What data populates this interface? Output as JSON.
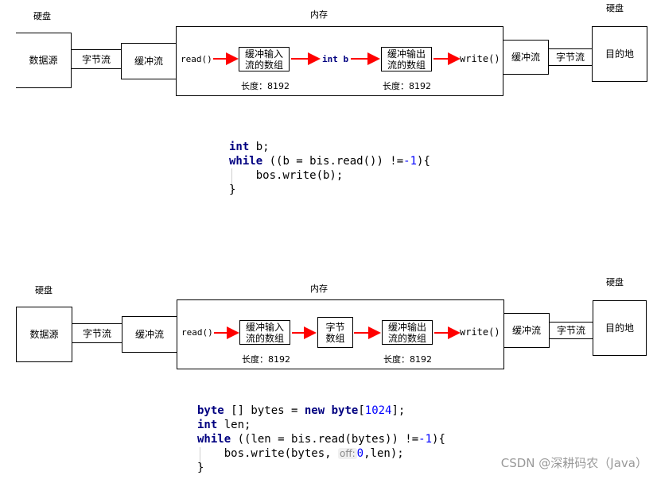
{
  "diagram1": {
    "disk_left": "硬盘",
    "memory": "内存",
    "disk_right": "硬盘",
    "source": "数据源",
    "byte_stream_left": "字节流",
    "buffer_stream_left": "缓冲流",
    "read": "read()",
    "input_buffer_line1": "缓冲输入",
    "input_buffer_line2": "流的数组",
    "input_length": "长度：8192",
    "int_b": "int b",
    "output_buffer_line1": "缓冲输出",
    "output_buffer_line2": "流的数组",
    "output_length": "长度：8192",
    "write": "write()",
    "buffer_stream_right": "缓冲流",
    "byte_stream_right": "字节流",
    "destination": "目的地"
  },
  "code1": {
    "kw_int": "int",
    "l1_rest": " b;",
    "kw_while": "while",
    "l2_a": " ((b = bis.read()) !=",
    "l2_num": "-1",
    "l2_b": "){",
    "l3": "    bos.write(b);",
    "l4": "}"
  },
  "diagram2": {
    "disk_left": "硬盘",
    "memory": "内存",
    "disk_right": "硬盘",
    "source": "数据源",
    "byte_stream_left": "字节流",
    "buffer_stream_left": "缓冲流",
    "read": "read()",
    "input_buffer_line1": "缓冲输入",
    "input_buffer_line2": "流的数组",
    "input_length": "长度：8192",
    "byte_array_line1": "字节",
    "byte_array_line2": "数组",
    "output_buffer_line1": "缓冲输出",
    "output_buffer_line2": "流的数组",
    "output_length": "长度：8192",
    "write": "write()",
    "buffer_stream_right": "缓冲流",
    "byte_stream_right": "字节流",
    "destination": "目的地"
  },
  "code2": {
    "kw_byte": "byte",
    "l1_a": " [] bytes = ",
    "kw_new": "new",
    "sp": " ",
    "kw_byte2": "byte",
    "l1_b": "[",
    "l1_num": "1024",
    "l1_c": "];",
    "kw_int": "int",
    "l2_rest": " len;",
    "kw_while": "while",
    "l3_a": " ((len = bis.read(bytes)) !=",
    "l3_num": "-1",
    "l3_b": "){",
    "l4_a": "    bos.write(bytes, ",
    "l4_hint": "off:",
    "l4_num": "0",
    "l4_b": ",len);",
    "l5": "}"
  },
  "watermark": "CSDN @深耕码农（Java）",
  "colors": {
    "arrow": "#ff0000",
    "keyword": "#000080",
    "number": "#0000ff"
  }
}
